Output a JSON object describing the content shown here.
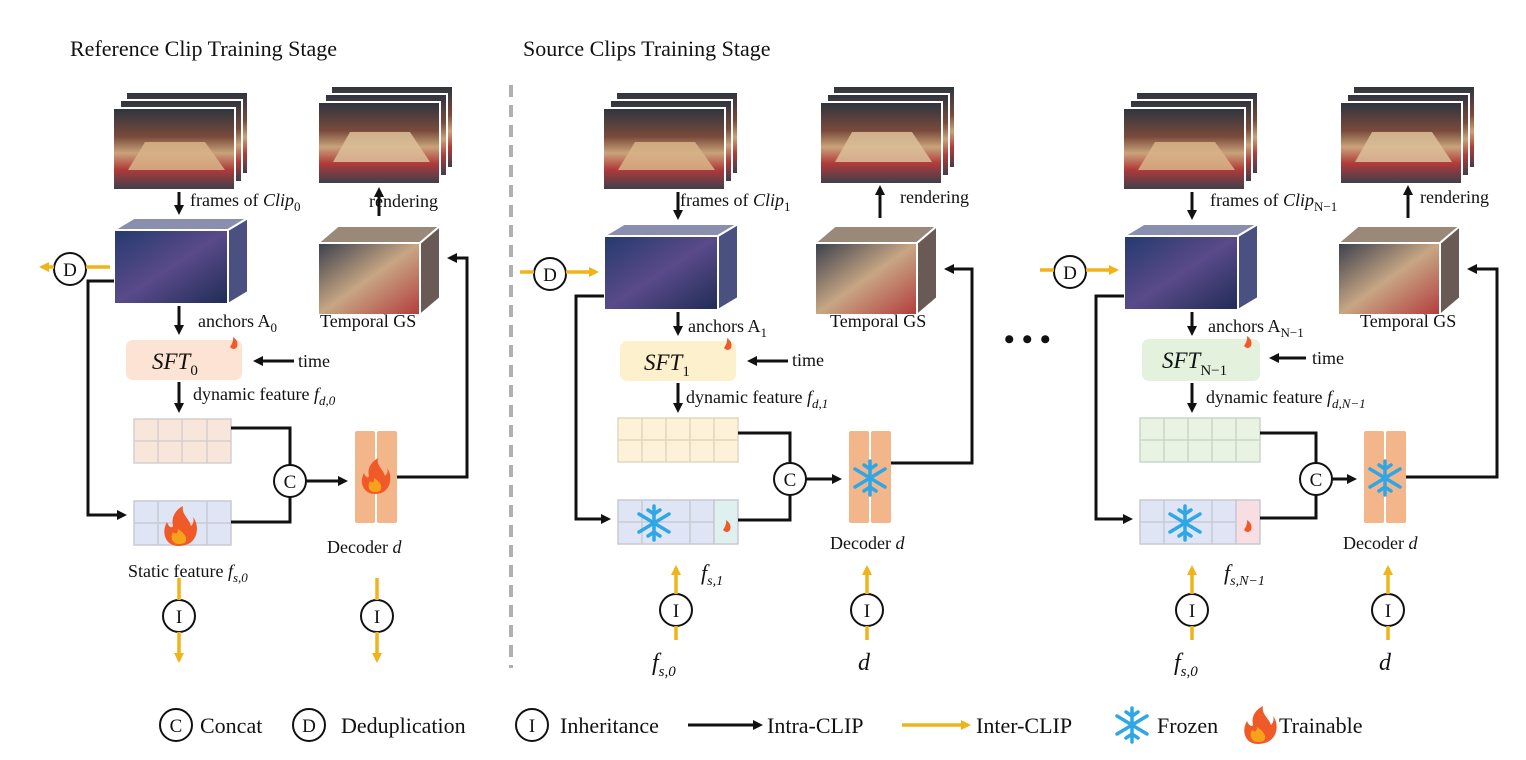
{
  "stages": {
    "reference_title": "Reference Clip Training Stage",
    "source_title": "Source Clips Training Stage"
  },
  "panels": [
    {
      "frames_prefix": "frames of ",
      "clip_name": "Clip",
      "clip_sub": "0",
      "rendering": "rendering",
      "anchors_prefix": "anchors A",
      "anchors_sub": "0",
      "temporal_gs": "Temporal GS",
      "sft_name": "SFT",
      "sft_sub": "0",
      "time": "time",
      "dyn_prefix": "dynamic feature ",
      "dyn_f": "f",
      "dyn_sub": "d,0",
      "static_prefix": "Static feature ",
      "static_f": "f",
      "static_sub": "s,0",
      "decoder_prefix": "Decoder ",
      "decoder_d": "d",
      "bottom_static": "",
      "bottom_static_sub": "",
      "bottom_decoder": "",
      "color_sft": "#fce3d3",
      "color_dyn": "#f9e6da",
      "color_static": "#dfe5f5",
      "color_extra": "",
      "decoder_icon": "fire-icon",
      "static_icon": "fire-icon"
    },
    {
      "frames_prefix": "frames of ",
      "clip_name": "Clip",
      "clip_sub": "1",
      "rendering": "rendering",
      "anchors_prefix": "anchors A",
      "anchors_sub": "1",
      "temporal_gs": "Temporal GS",
      "sft_name": "SFT",
      "sft_sub": "1",
      "time": "time",
      "dyn_prefix": "dynamic feature ",
      "dyn_f": "f",
      "dyn_sub": "d,1",
      "static_prefix": "",
      "static_f": "f",
      "static_sub": "s,1",
      "decoder_prefix": "Decoder ",
      "decoder_d": "d",
      "bottom_static": "f",
      "bottom_static_sub": "s,0",
      "bottom_decoder": "d",
      "color_sft": "#fdf0cc",
      "color_dyn": "#fdf2d8",
      "color_static": "#dfe5f5",
      "color_extra": "#dff1ee",
      "decoder_icon": "snowflake-icon",
      "static_icon": "snowflake-icon"
    },
    {
      "frames_prefix": "frames of ",
      "clip_name": "Clip",
      "clip_sub": "N−1",
      "rendering": "rendering",
      "anchors_prefix": "anchors A",
      "anchors_sub": "N−1",
      "temporal_gs": "Temporal GS",
      "sft_name": "SFT",
      "sft_sub": "N−1",
      "time": "time",
      "dyn_prefix": "dynamic feature ",
      "dyn_f": "f",
      "dyn_sub": "d,N−1",
      "static_prefix": "",
      "static_f": "f",
      "static_sub": "s,N−1",
      "decoder_prefix": "Decoder ",
      "decoder_d": "d",
      "bottom_static": "f",
      "bottom_static_sub": "s,0",
      "bottom_decoder": "d",
      "color_sft": "#e4f1dc",
      "color_dyn": "#e8f3e3",
      "color_static": "#dfe5f5",
      "color_extra": "#f8dde3",
      "decoder_icon": "snowflake-icon",
      "static_icon": "snowflake-icon"
    }
  ],
  "ellipsis": "• • •",
  "symbols": {
    "concat": "C",
    "dedup": "D",
    "inherit": "I"
  },
  "legend": {
    "concat": "Concat",
    "dedup": "Deduplication",
    "inherit": "Inheritance",
    "intra": "Intra-CLIP",
    "inter": "Inter-CLIP",
    "frozen": "Frozen",
    "trainable": "Trainable"
  },
  "colors": {
    "arrow_intra": "#111111",
    "arrow_inter": "#f0b41a",
    "decoder": "#f3b58a",
    "snowflake": "#2fa7e6",
    "fire_outer": "#f05a28",
    "fire_inner": "#f7a21b",
    "divider": "#b0b0b0"
  }
}
